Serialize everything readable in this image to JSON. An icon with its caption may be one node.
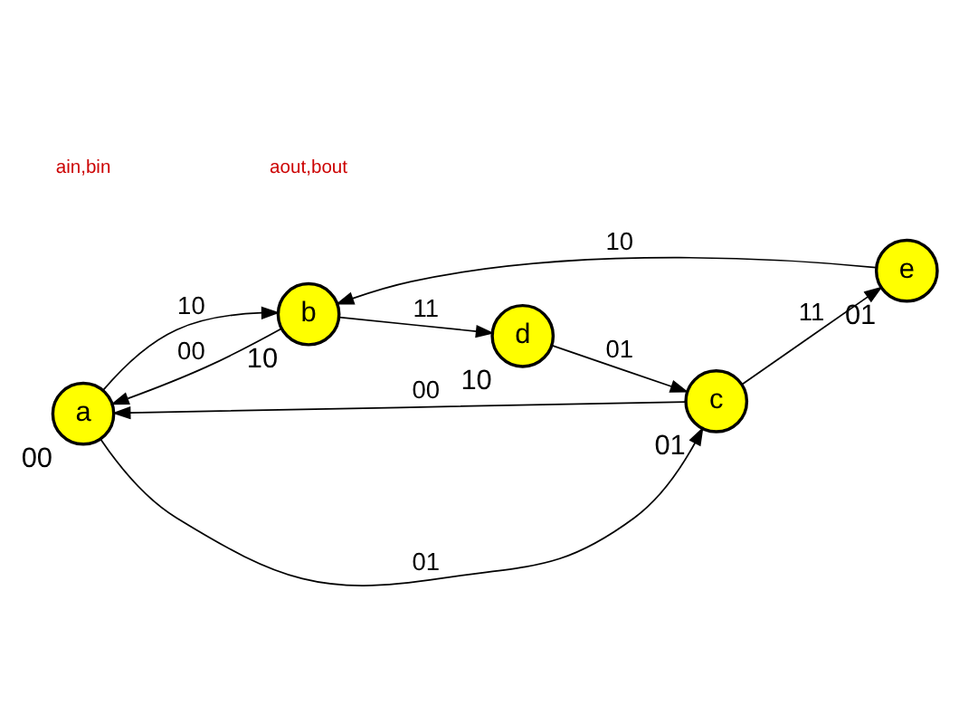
{
  "diagram": {
    "nodes": [
      {
        "text": [
          "a"
        ],
        "beside": [
          "00"
        ]
      },
      {
        "text": [
          "b"
        ],
        "beside": [
          "10"
        ]
      },
      {
        "text": [
          "d"
        ],
        "beside": [
          "10"
        ]
      },
      {
        "text": [
          "c"
        ],
        "beside": [
          "01"
        ]
      },
      {
        "text": [
          "e"
        ],
        "beside": [
          "01"
        ]
      }
    ],
    "edges": [
      {
        "from": 1,
        "to": 0,
        "arrow": "to",
        "label": "00"
      },
      {
        "from": 0,
        "to": 1,
        "arrow": "to",
        "label": "10"
      },
      {
        "from": 1,
        "to": 2,
        "arrow": "to",
        "label": "11"
      },
      {
        "from": 2,
        "to": 3,
        "arrow": "to",
        "label": "01"
      },
      {
        "from": 0,
        "to": 3,
        "arrow": "to",
        "label": "01"
      },
      {
        "from": 4,
        "to": 1,
        "arrow": "to",
        "label": "10"
      },
      {
        "from": 3,
        "to": 4,
        "arrow": "to",
        "label": "11"
      },
      {
        "from": 3,
        "to": 0,
        "arrow": "to",
        "label": "00"
      }
    ],
    "labels": [
      "ain,bin",
      "aout,bout"
    ]
  }
}
